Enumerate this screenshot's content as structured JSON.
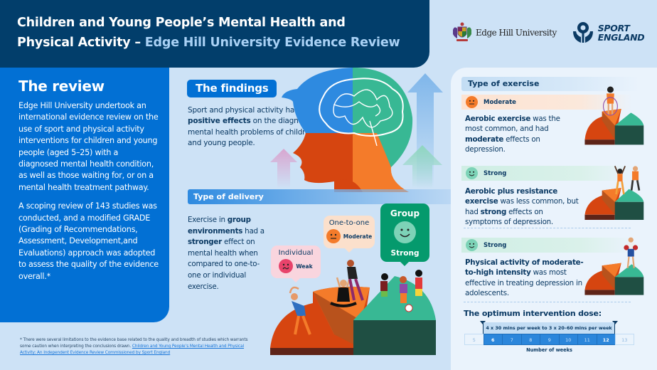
{
  "header": {
    "title_line1": "Children and Young People’s Mental Health and",
    "title_line2_prefix": "Physical Activity – ",
    "title_line2_highlight": "Edge Hill University Evidence Review"
  },
  "logos": {
    "edge_hill": "Edge Hill University",
    "sport_england_line1": "SPORT",
    "sport_england_line2": "ENGLAND"
  },
  "review": {
    "heading": "The review",
    "paragraph1": "Edge Hill University undertook an international evidence review on the use of sport and physical activity interventions for children and young people (aged 5–25) with a diagnosed mental health condition, as well as those waiting for, or on a mental health treatment pathway.",
    "paragraph2": "A scoping review of 143 studies was conducted, and a modified GRADE (Grading of Recommendations, Assessment, Development,and Evaluations) approach was adopted to assess the quality of the evidence overall.*"
  },
  "footnote": {
    "text": "* There were several limitations to the evidence base related to the quality and breadth of studies which warrants some caution when interpreting the conclusions drawn. ",
    "link": "Children and Young People’s Mental Health and Physical Activity: An Independent Evidence Review Commissioned by Sport England"
  },
  "findings": {
    "heading": "The findings",
    "text_before": "Sport and physical activity have ",
    "text_bold": "positive effects",
    "text_after": " on the diagnosed mental health problems of children and young people."
  },
  "delivery": {
    "heading": "Type of delivery",
    "t1": "Exercise in ",
    "b1": "group environments",
    "t2": " had a ",
    "b2": "stronger",
    "t3": " effect on mental health when compared to one-to-one or individual exercise.",
    "bubbles": [
      {
        "label": "Individual",
        "rating": "Weak",
        "color": "#e8436b"
      },
      {
        "label": "One-to-one",
        "rating": "Moderate",
        "color": "#f47b2a"
      },
      {
        "label": "Group",
        "rating": "Strong",
        "color": "#7dd3b7"
      }
    ]
  },
  "exercise": {
    "heading": "Type of exercise",
    "items": [
      {
        "rating": "Moderate",
        "b1": "Aerobic exercise",
        "t1": " was the most common, and had ",
        "b2": "moderate",
        "t2": " effects on depression."
      },
      {
        "rating": "Strong",
        "b1": "Aerobic plus resistance exercise",
        "t1": " was less common, but had ",
        "b2": "strong",
        "t2": " effects on symptoms of depression."
      },
      {
        "rating": "Strong",
        "b1": "Physical activity of moderate-to-high intensity",
        "t1": " was most effective in treating depression in adolescents.",
        "b2": "",
        "t2": ""
      }
    ]
  },
  "dose": {
    "title": "The optimum intervention dose:",
    "range_label": "4 x 30 mins per week to 3 x 20–60 mins per week",
    "weeks": [
      "5",
      "6",
      "7",
      "8",
      "9",
      "10",
      "11",
      "12",
      "13"
    ],
    "highlight_start": "6",
    "highlight_end": "12",
    "axis_label": "Number of weeks"
  },
  "colors": {
    "navy": "#023e6b",
    "blue": "#0270d4",
    "green": "#059a6d",
    "orange": "#f47b2a",
    "red_orange": "#d64510",
    "teal": "#38b894",
    "dark_green": "#1f4f43",
    "pink": "#e8436b"
  }
}
